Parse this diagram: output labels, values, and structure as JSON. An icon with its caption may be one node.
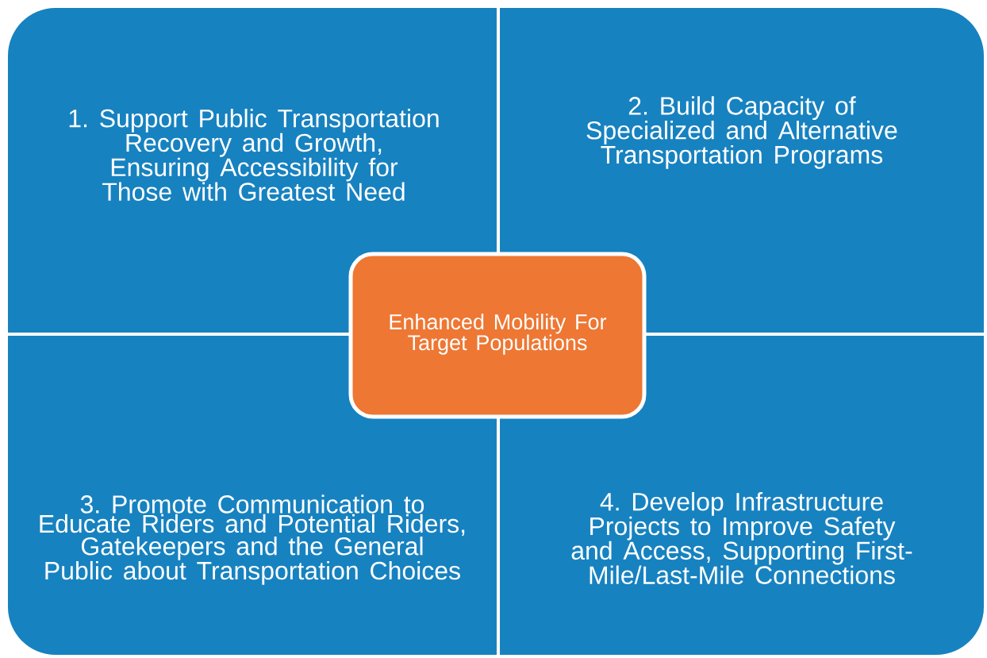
{
  "diagram": {
    "nodes": [
      {
        "text": [
          "1. Support Public Transportation Recovery and Growth, Ensuring Accessibility for Those with Greatest Need"
        ]
      },
      {
        "text": [
          "2. Build Capacity of Specialized and Alternative Transportation Programs"
        ]
      },
      {
        "text": [
          "3. Promote Communication to Educate Riders and Potential Riders, Gatekeepers and the General Public about Transportation Choices"
        ]
      },
      {
        "text": [
          "4. Develop Infrastructure Projects to Improve Safety and Access, Supporting First-Mile/Last-Mile Connections"
        ]
      },
      {
        "text": [
          "Enhanced Mobility For Target Populations"
        ]
      }
    ]
  }
}
